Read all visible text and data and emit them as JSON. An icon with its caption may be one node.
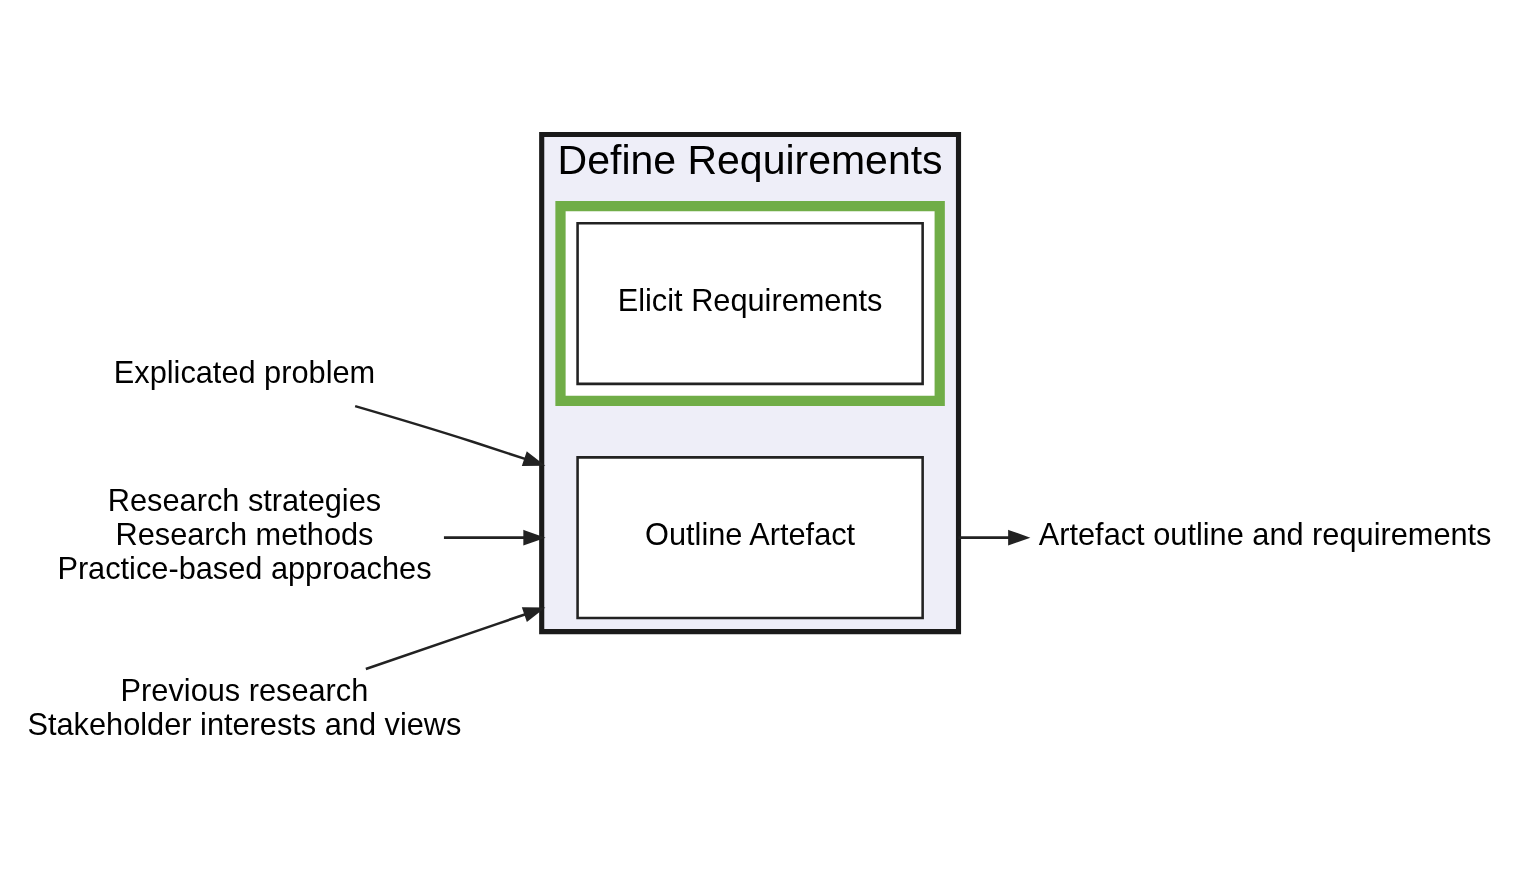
{
  "diagram": {
    "nodes": [
      {
        "text": [
          "Define Requirements"
        ]
      },
      {
        "text": [
          "Outline Artefact"
        ],
        "in": 0
      },
      {
        "text": [],
        "shape": "box",
        "in": 0
      },
      {
        "text": [
          "Elicit Requirements"
        ],
        "in": 2
      },
      {
        "text": [
          "Explicated problem"
        ]
      },
      {
        "text": [
          "Research strategies",
          "Research methods",
          "Practice-based approaches"
        ]
      },
      {
        "text": [
          "Previous research",
          "Stakeholder interests and views"
        ]
      },
      {
        "text": [
          "Artefact outline and requirements"
        ]
      }
    ],
    "edges": [
      {
        "from": 4,
        "to": 0,
        "arrow": "to"
      },
      {
        "from": 5,
        "to": 0,
        "arrow": "to"
      },
      {
        "from": 6,
        "to": 0,
        "arrow": "to"
      },
      {
        "from": 0,
        "to": 7,
        "arrow": "to"
      }
    ]
  }
}
